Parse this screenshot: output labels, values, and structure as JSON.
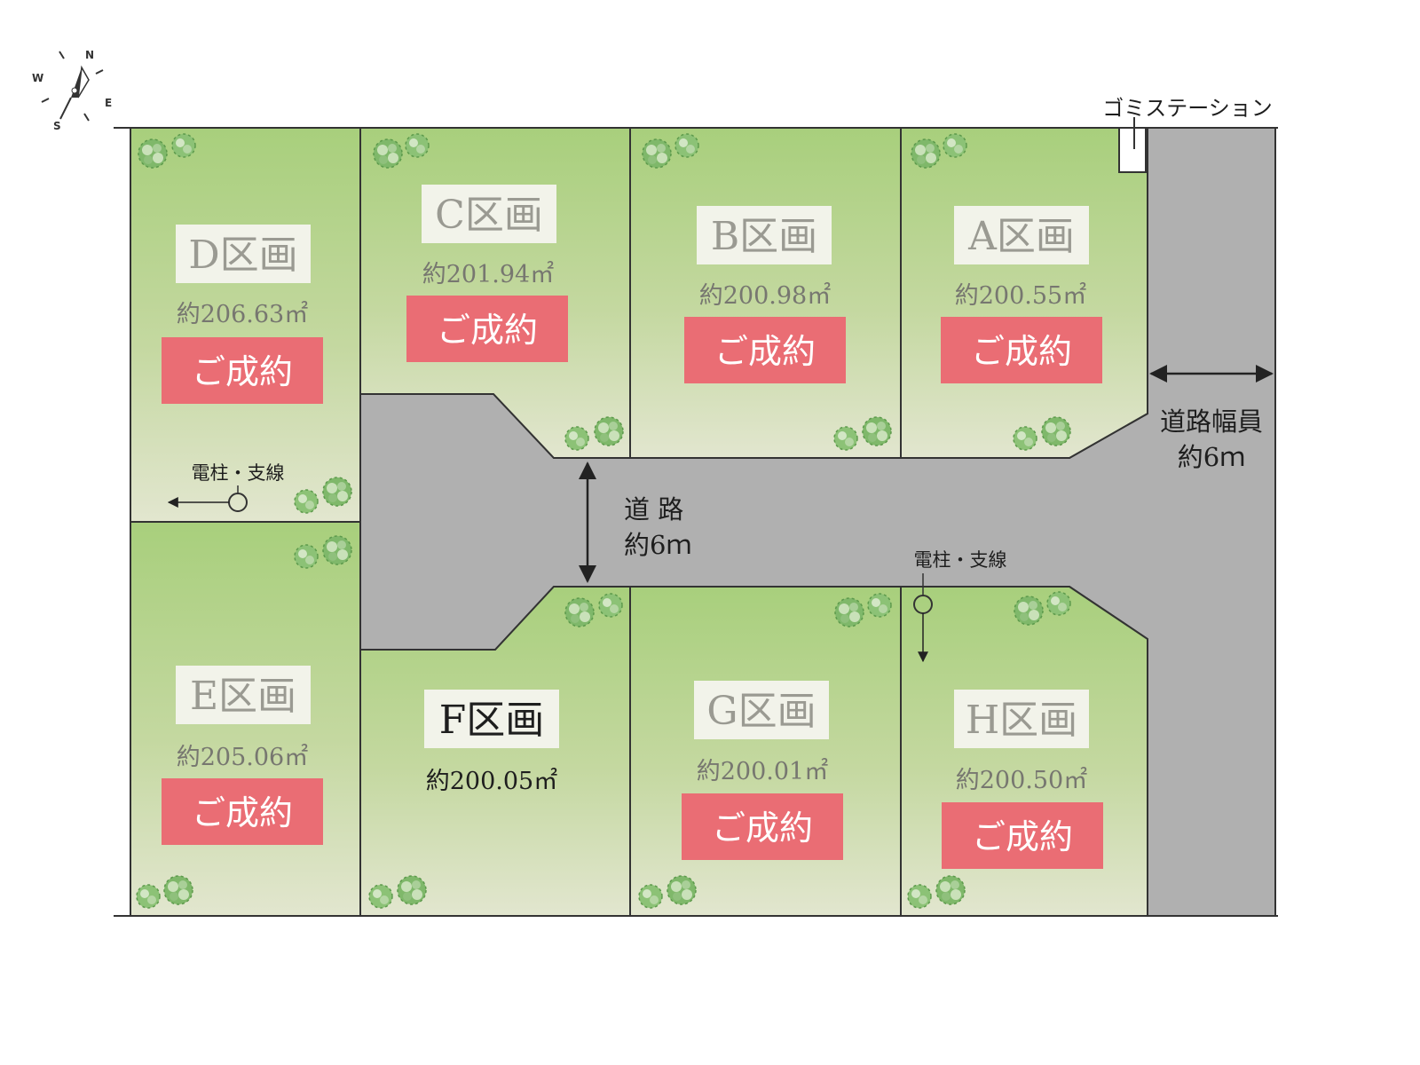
{
  "colors": {
    "lot_fill_top": "#a8cf7c",
    "lot_fill_bottom": "#e2e6cf",
    "road": "#b0b0b0",
    "sold_badge": "#ea6d74",
    "label_plate": "#f2f3ea",
    "line": "#333333"
  },
  "compass": {
    "n": "N",
    "e": "E",
    "s": "S",
    "w": "W"
  },
  "lots": [
    {
      "id": "A",
      "name": "A区画",
      "area": "約200.55㎡",
      "status": "ご成約"
    },
    {
      "id": "B",
      "name": "B区画",
      "area": "約200.98㎡",
      "status": "ご成約"
    },
    {
      "id": "C",
      "name": "C区画",
      "area": "約201.94㎡",
      "status": "ご成約"
    },
    {
      "id": "D",
      "name": "D区画",
      "area": "約206.63㎡",
      "status": "ご成約"
    },
    {
      "id": "E",
      "name": "E区画",
      "area": "約205.06㎡",
      "status": "ご成約"
    },
    {
      "id": "F",
      "name": "F区画",
      "area": "約200.05㎡",
      "status": ""
    },
    {
      "id": "G",
      "name": "G区画",
      "area": "約200.01㎡",
      "status": "ご成約"
    },
    {
      "id": "H",
      "name": "H区画",
      "area": "約200.50㎡",
      "status": "ご成約"
    }
  ],
  "road_main": {
    "line1": "道 路",
    "line2": "約6ｍ"
  },
  "road_side": {
    "line1": "道路幅員",
    "line2": "約6ｍ"
  },
  "garbage_station": "ゴミステーション",
  "utility_pole_1": "電柱・支線",
  "utility_pole_2": "電柱・支線"
}
